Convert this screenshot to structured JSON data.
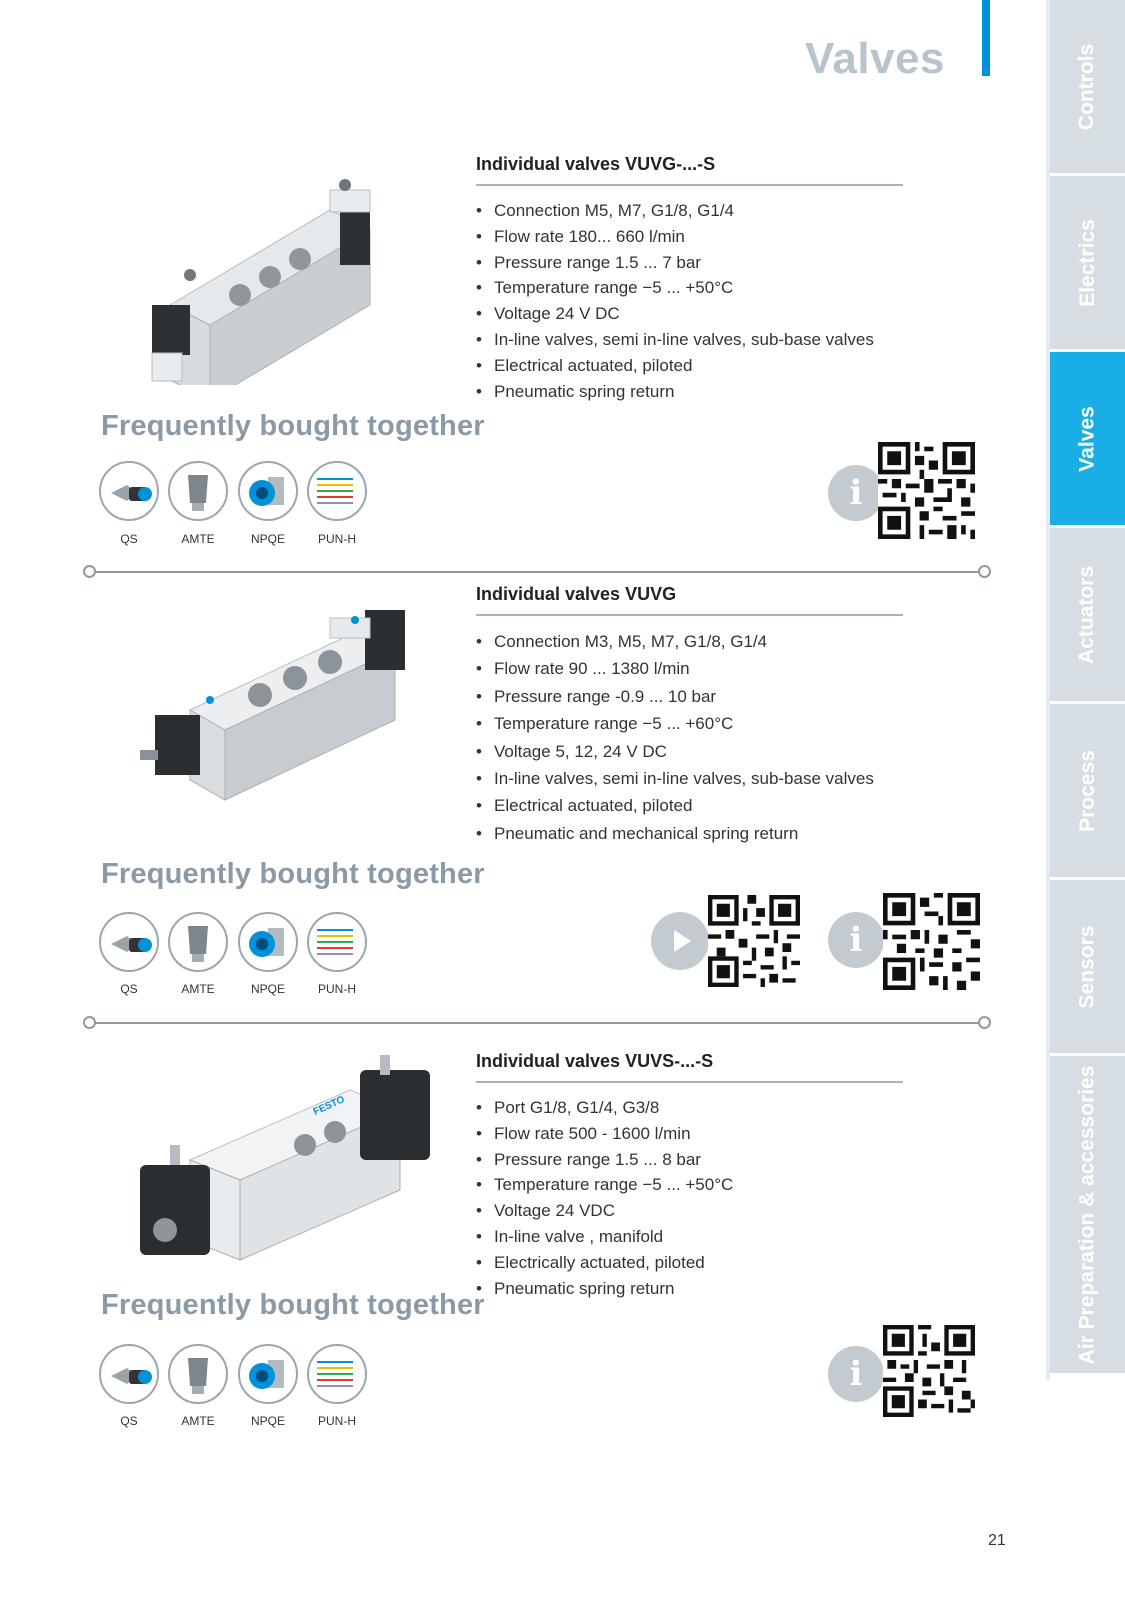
{
  "header": {
    "title": "Valves"
  },
  "tabs": [
    "Controls",
    "Electrics",
    "Valves",
    "Actuators",
    "Process",
    "Sensors",
    "Air Preparation & accessories"
  ],
  "active_tab": "Valves",
  "colors": {
    "accent": "#0091dc",
    "active_tab": "#1aaee6",
    "tab": "#d7dee3",
    "heading_grey": "#8a9aa6"
  },
  "sections": [
    {
      "title": "Individual valves VUVG-...-S",
      "specs": [
        "Connection M5, M7, G1/8, G1/4",
        "Flow rate 180... 660 l/min",
        "Pressure range 1.5 ... 7 bar",
        "Temperature range −5 ... +50°C",
        "Voltage  24 V DC",
        "In-line valves, semi in-line valves, sub-base valves",
        "Electrical actuated, piloted",
        "Pneumatic spring return"
      ],
      "fbt": "Frequently bought together",
      "accessories": [
        "QS",
        "AMTE",
        "NPQE",
        "PUN-H"
      ]
    },
    {
      "title": "Individual valves VUVG",
      "specs": [
        "Connection M3, M5, M7, G1/8, G1/4",
        "Flow rate 90 ... 1380 l/min",
        "Pressure range -0.9 ... 10 bar",
        "Temperature range −5 ... +60°C",
        "Voltage 5, 12, 24 V DC",
        "In-line valves, semi in-line valves, sub-base valves",
        "Electrical actuated, piloted",
        "Pneumatic and mechanical spring return"
      ],
      "fbt": "Frequently bought together",
      "accessories": [
        "QS",
        "AMTE",
        "NPQE",
        "PUN-H"
      ]
    },
    {
      "title": "Individual valves VUVS-...-S",
      "specs": [
        "Port G1/8, G1/4, G3/8",
        "Flow rate 500 - 1600 l/min",
        "Pressure range 1.5 ... 8 bar",
        "Temperature range −5 ... +50°C",
        "Voltage 24 VDC",
        "In-line valve , manifold",
        "Electrically actuated, piloted",
        "Pneumatic spring return"
      ],
      "fbt": "Frequently bought together",
      "accessories": [
        "QS",
        "AMTE",
        "NPQE",
        "PUN-H"
      ]
    }
  ],
  "footer": {
    "page_number": "21"
  }
}
